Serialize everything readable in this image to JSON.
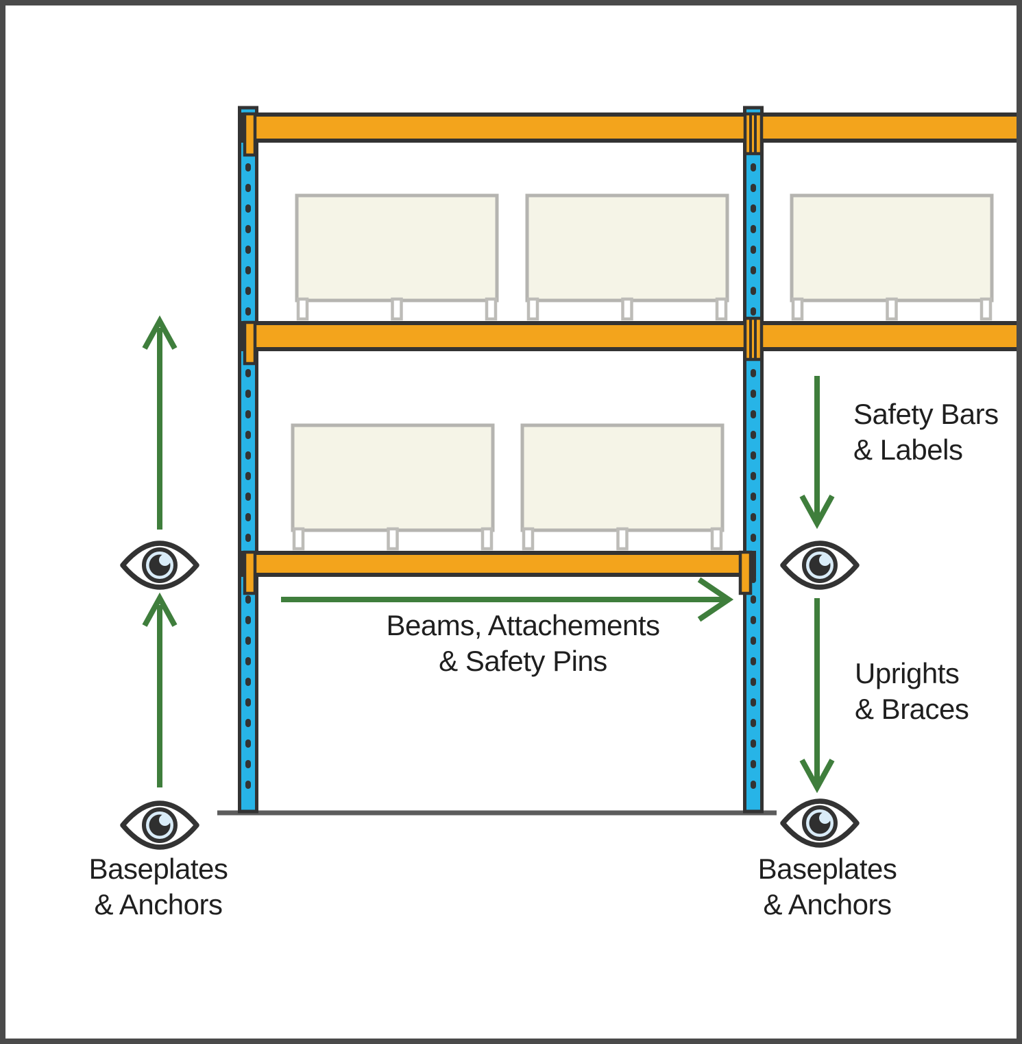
{
  "diagram": {
    "type": "pallet-racking-inspection-guide",
    "labels": {
      "beams": [
        "Beams, Attachements",
        "& Safety Pins"
      ],
      "safety_bars": [
        "Safety Bars",
        "& Labels"
      ],
      "uprights": [
        "Uprights",
        "& Braces"
      ],
      "baseplates_left": [
        "Baseplates",
        "& Anchors"
      ],
      "baseplates_right": [
        "Baseplates",
        "& Anchors"
      ]
    },
    "icons": {
      "inspection_point": "eye-icon",
      "direction_arrows": [
        "up-arrow-icon",
        "down-arrow-icon",
        "right-arrow-icon"
      ]
    },
    "colors": {
      "upright_blue": "#27B4E7",
      "beam_orange": "#F3A41C",
      "outline_dark": "#333333",
      "arrow_green": "#3F7E3C",
      "floor_gray": "#5C5C5C",
      "frame_border_gray": "#4A4A4A",
      "pallet_box_fill": "#F5F4E7",
      "pallet_gray": "#B5B4B0",
      "eye_highlight_blue": "#D9ECF8",
      "text_color": "#1F1F1F"
    },
    "structure": {
      "uprights_count": 2,
      "beam_levels_count": 3,
      "pallets_count": 5
    }
  }
}
